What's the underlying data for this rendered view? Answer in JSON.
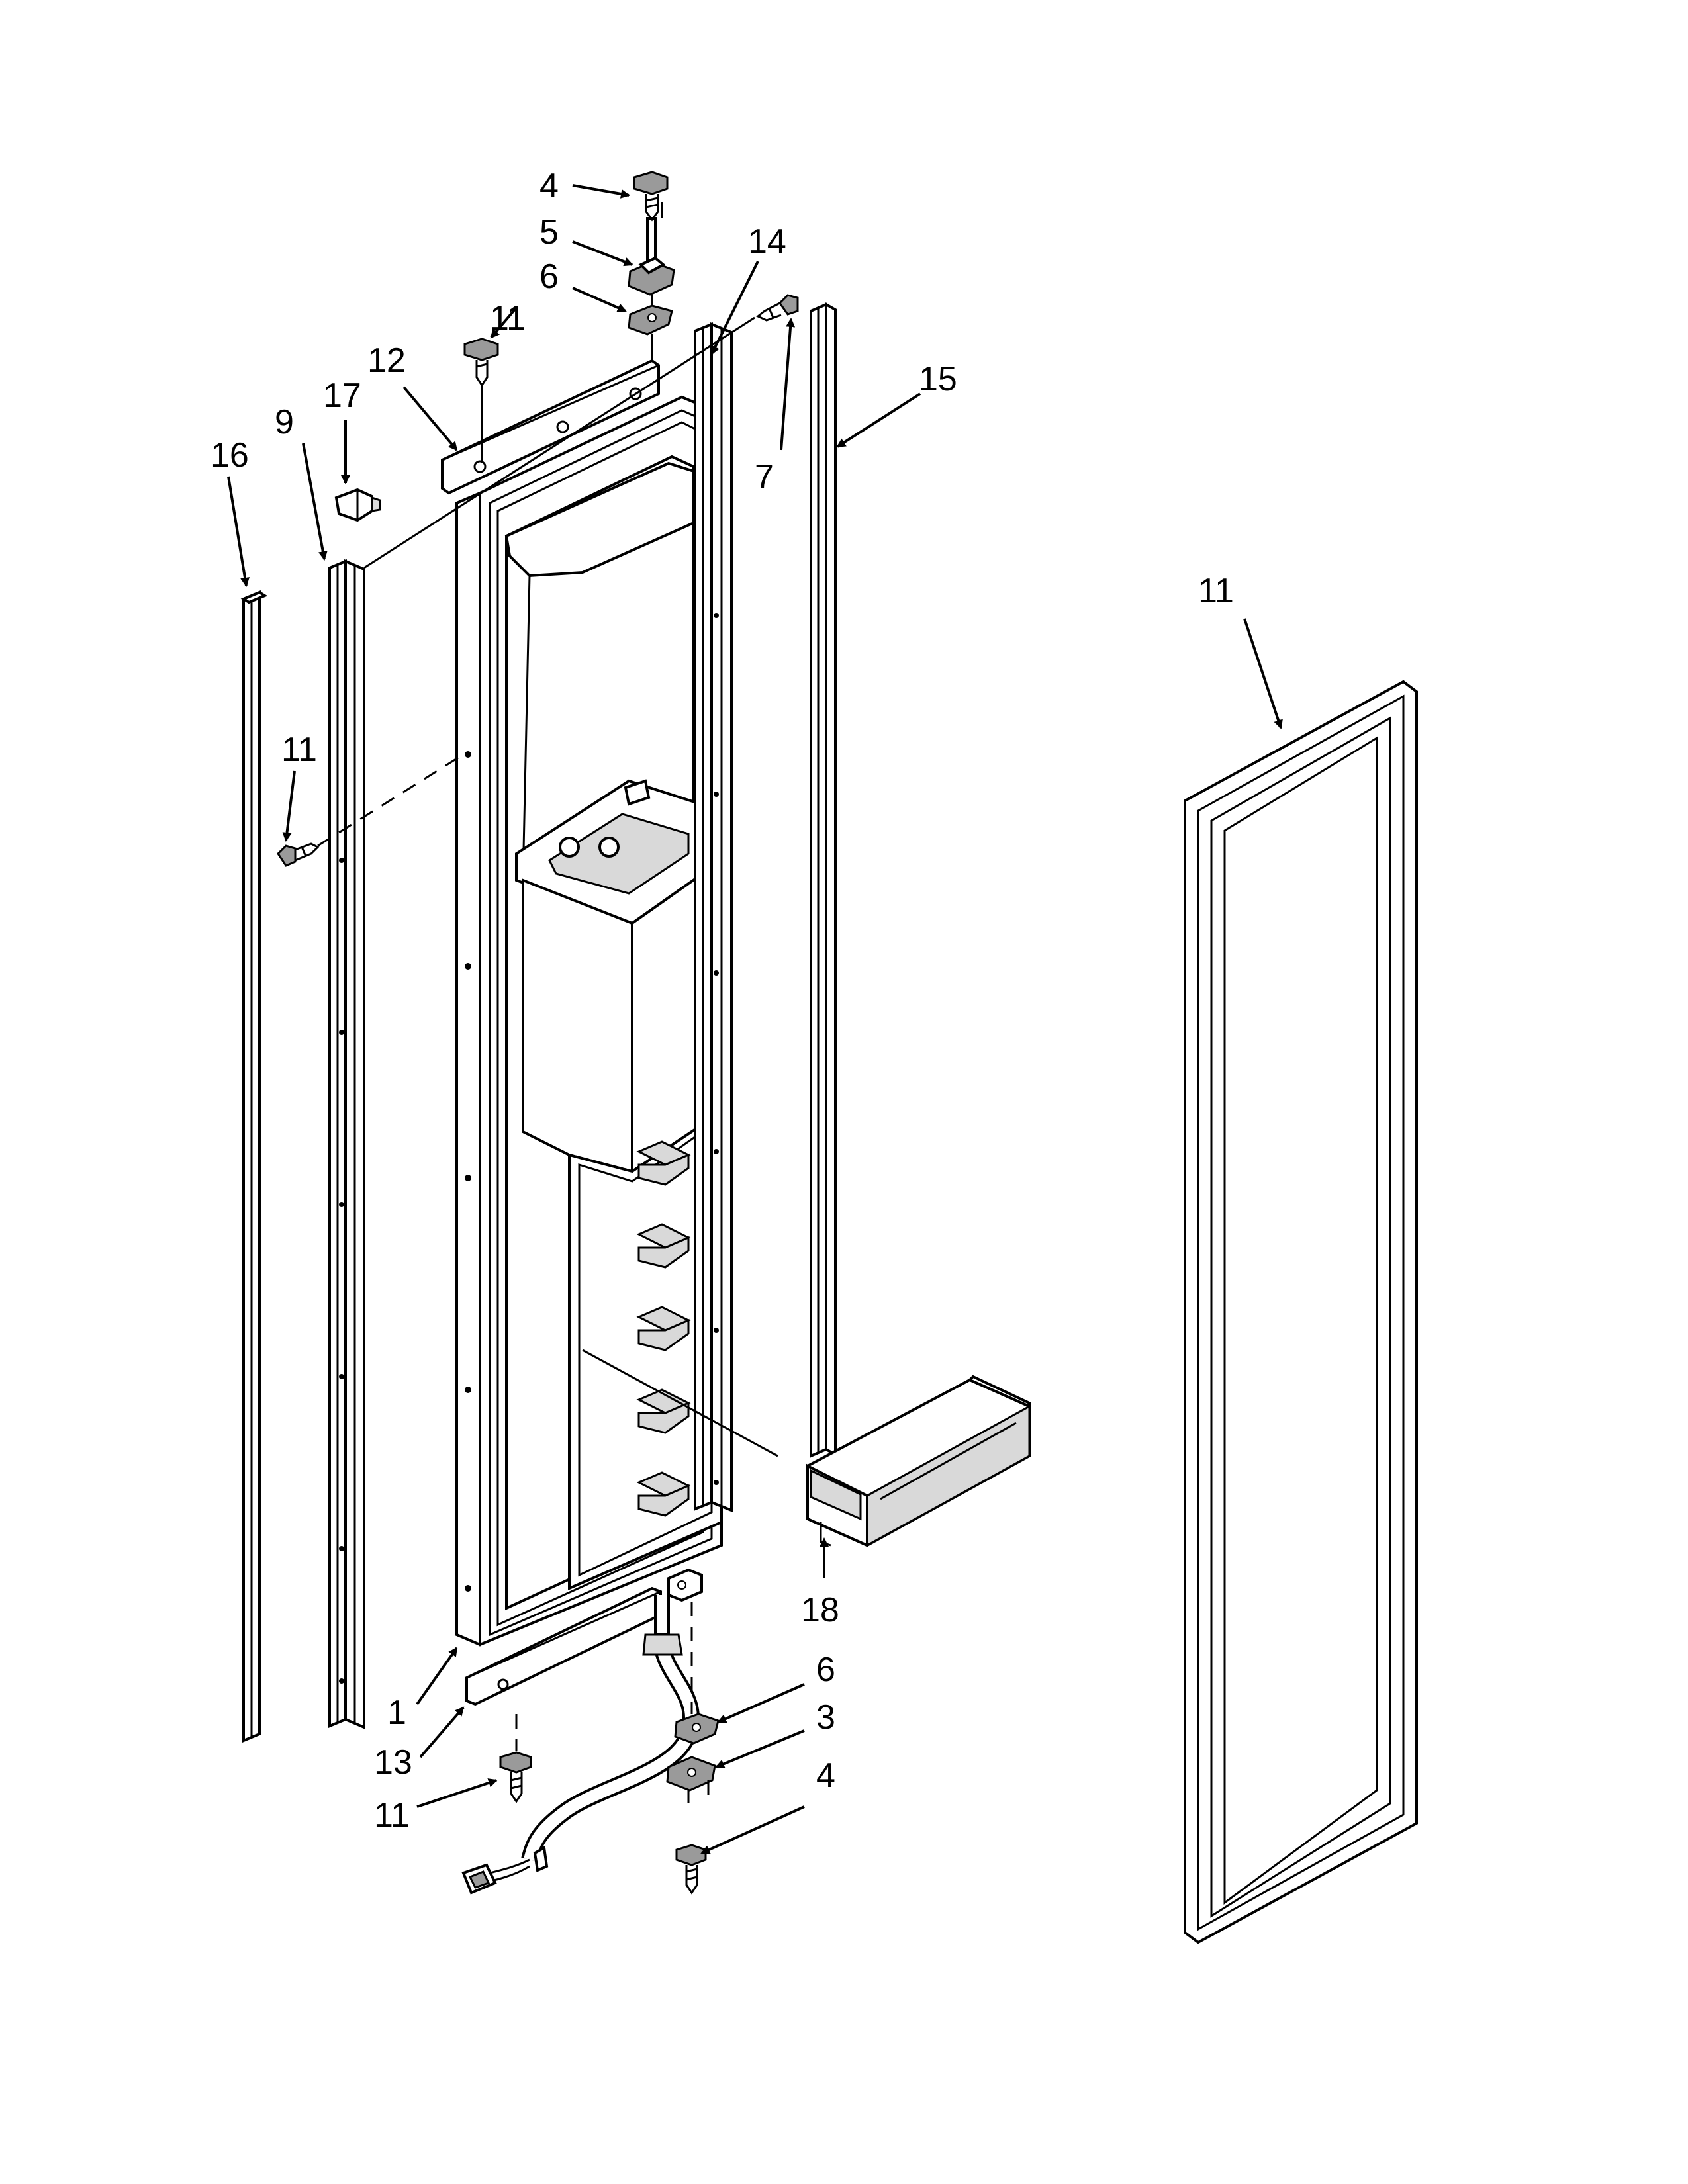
{
  "callouts": [
    {
      "id": "c4a",
      "label": "4"
    },
    {
      "id": "c5",
      "label": "5"
    },
    {
      "id": "c6a",
      "label": "6"
    },
    {
      "id": "c14",
      "label": "14"
    },
    {
      "id": "c11a",
      "label": "11"
    },
    {
      "id": "c12",
      "label": "12"
    },
    {
      "id": "c17",
      "label": "17"
    },
    {
      "id": "c9",
      "label": "9"
    },
    {
      "id": "c16",
      "label": "16"
    },
    {
      "id": "c11b",
      "label": "11"
    },
    {
      "id": "c15",
      "label": "15"
    },
    {
      "id": "c7",
      "label": "7"
    },
    {
      "id": "c11c",
      "label": "11"
    },
    {
      "id": "c18",
      "label": "18"
    },
    {
      "id": "c6b",
      "label": "6"
    },
    {
      "id": "c3",
      "label": "3"
    },
    {
      "id": "c4b",
      "label": "4"
    },
    {
      "id": "c1",
      "label": "1"
    },
    {
      "id": "c13",
      "label": "13"
    },
    {
      "id": "c11d",
      "label": "11"
    }
  ]
}
